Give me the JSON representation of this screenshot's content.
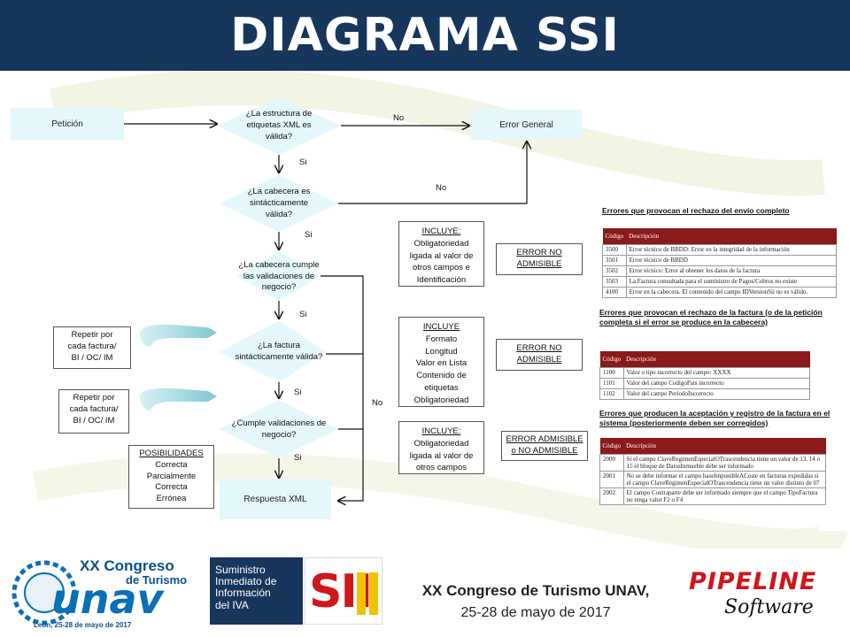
{
  "header": {
    "title": "DIAGRAMA SSI"
  },
  "flow": {
    "peticion": "Petición",
    "q1": [
      "¿La estructura de",
      "etiquetas  XML es",
      "válida?"
    ],
    "q2": [
      "¿La cabecera es",
      "sintácticamente",
      "válida?"
    ],
    "q3": [
      "¿La cabecera cumple",
      "las validaciones de",
      "negocio?"
    ],
    "q4": [
      "¿La factura",
      "sintácticamente válida?"
    ],
    "q5": [
      "¿Cumple validaciones de",
      "negocio?"
    ],
    "error_general": "Error General",
    "respuesta": "Respuesta XML",
    "labels": {
      "no1": "No",
      "no2": "No",
      "no3": "No",
      "si1": "Si",
      "si2": "Si",
      "si3": "Si",
      "si4": "Si",
      "si5": "Si"
    },
    "repetir1": [
      "Repetir por",
      "cada factura/",
      "BI / OC/ IM"
    ],
    "repetir2": [
      "Repetir por",
      "cada factura/",
      "BI / OC/ IM"
    ],
    "posibilidades": {
      "title": "POSIBILIDADES",
      "items": [
        "Correcta",
        "Parcialmente",
        "Correcta",
        "Errónea"
      ]
    },
    "incluye1": {
      "title": "INCLUYE:",
      "items": [
        "Obligatoriedad",
        "ligada al valor de",
        "otros campos e",
        "Identificación"
      ]
    },
    "incluye2": {
      "title": "INCLUYE",
      "items": [
        "Formato",
        "Longitud",
        "Valor en Lista",
        "Contenido de",
        "etiquetas",
        "Obligatoriedad"
      ]
    },
    "incluye3": {
      "title": "INCLUYE:",
      "items": [
        "Obligatoriedad",
        "ligada al valor de",
        "otros campos"
      ]
    },
    "error1": [
      "ERROR  NO",
      "ADMISIBLE"
    ],
    "error2": [
      "ERROR NO",
      "ADMISIBLE"
    ],
    "error3": [
      "ERROR ADMISIBLE",
      "o  NO ADMISIBLE"
    ]
  },
  "tables": {
    "t1": {
      "title": "Errores que provocan el rechazo del envío completo",
      "headers": [
        "Código",
        "Descripción"
      ],
      "rows": [
        [
          "3500",
          "Error técnico de BBDD: Error en la integridad de la información"
        ],
        [
          "3501",
          "Error técnico de BBDD"
        ],
        [
          "3502",
          "Error técnico: Error al obtener los datos de la factura"
        ],
        [
          "3503",
          "La Factura consultada para el suministro de Pagos/Cobros no existe"
        ],
        [
          "4100",
          "Error en la cabecera. El contenido del campo IDVersionSii no es válido."
        ]
      ]
    },
    "t2": {
      "title": "Errores que provocan el rechazo de la factura (o de la petición completa si el error se produce en la cabecera)",
      "headers": [
        "Código",
        "Descripción"
      ],
      "rows": [
        [
          "1100",
          "Valor o tipo incorrecto del campo: XXXX"
        ],
        [
          "1101",
          "Valor del campo CodigoPais incorrecto"
        ],
        [
          "1102",
          "Valor del campo PeriodoIncorrecto"
        ]
      ]
    },
    "t3": {
      "title": "Errores que producen la aceptación y registro de la factura en el sistema (posteriormente deben ser corregidos)",
      "headers": [
        "Código",
        "Descripción"
      ],
      "rows": [
        [
          "2000",
          "Si el campo ClaveRegimenEspecialOTrascendencia tiene un valor de 13, 14 o 15 el bloque de DatosInmueble debe ser informado"
        ],
        [
          "2001",
          "No se debe informar el campo baseImponibleACoste en facturas expedidas si el campo ClaveRegimenEspecialOTrascendencia tiene un valor distinto de 07"
        ],
        [
          "2002",
          "El campo Contraparte debe ser informado siempre que el campo TipoFactura no tenga valor F2 o F4"
        ]
      ]
    }
  },
  "footer": {
    "line1": "XX Congreso  de Turismo  UNAV,",
    "line2": "25-28 de mayo de 2017",
    "unav_top": "XX Congreso",
    "unav_sub": "de Turismo",
    "unav_name": "unav",
    "unav_date": "León, 25-28 de mayo de 2017",
    "sii_text": [
      "Suministro",
      "Inmediato de",
      "Información",
      "del IVA"
    ],
    "sii_logo": "SII",
    "pipeline": "PIPELINE",
    "software": "Software"
  },
  "colors": {
    "header": "#16365c",
    "box_fill": "#e4f7fb",
    "table_header": "#8b1a1a",
    "pipeline_red": "#d0161b"
  }
}
